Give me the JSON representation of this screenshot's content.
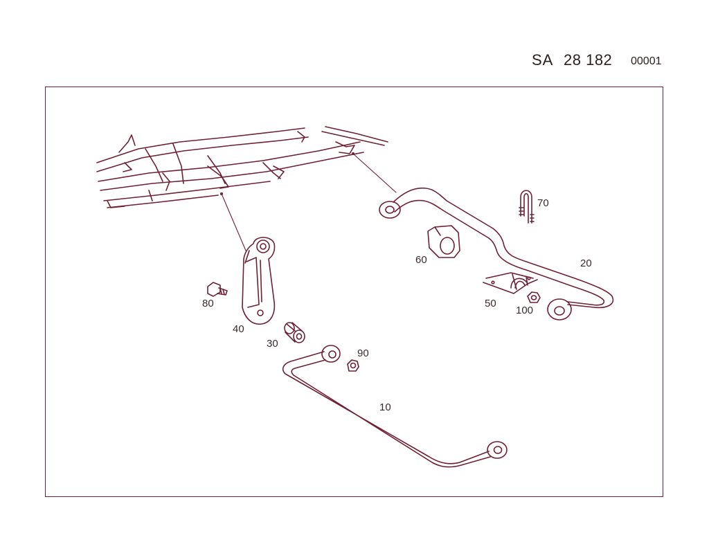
{
  "header": {
    "code": "SA",
    "group": "28 182",
    "sheet": "00001"
  },
  "colors": {
    "line": "#6e1f33",
    "text": "#2a2020"
  },
  "callouts": [
    {
      "id": "10",
      "label": "10"
    },
    {
      "id": "20",
      "label": "20"
    },
    {
      "id": "30",
      "label": "30"
    },
    {
      "id": "40",
      "label": "40"
    },
    {
      "id": "50",
      "label": "50"
    },
    {
      "id": "60",
      "label": "60"
    },
    {
      "id": "70",
      "label": "70"
    },
    {
      "id": "80",
      "label": "80"
    },
    {
      "id": "90",
      "label": "90"
    },
    {
      "id": "100",
      "label": "100"
    }
  ]
}
